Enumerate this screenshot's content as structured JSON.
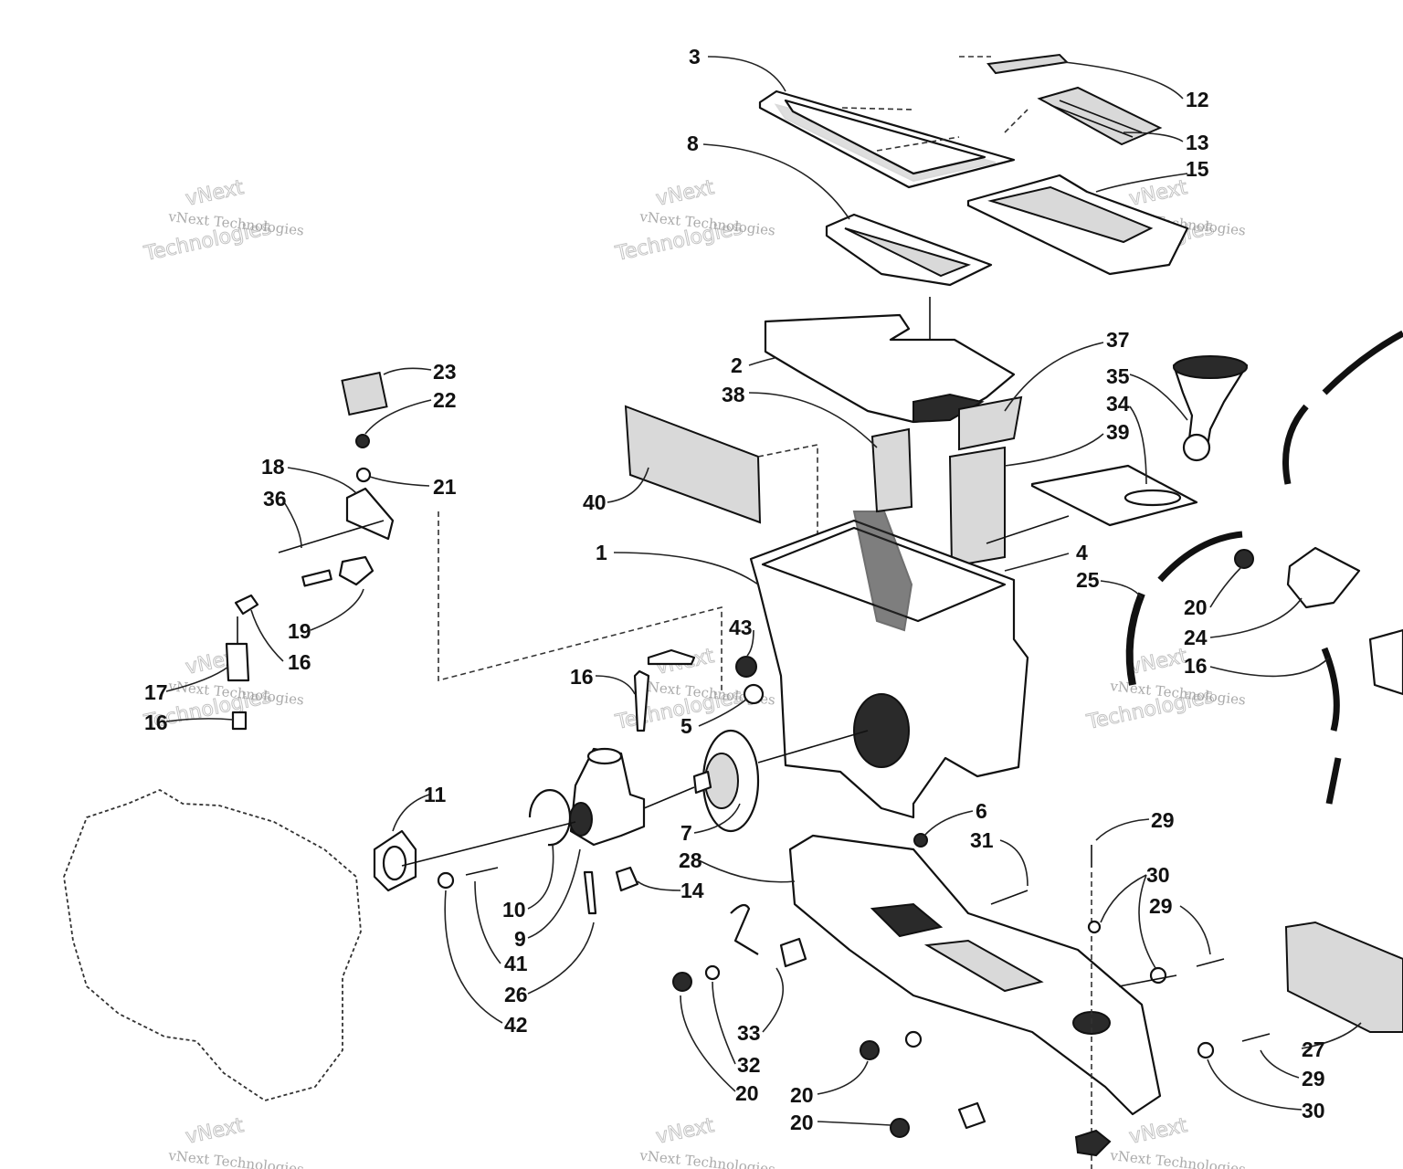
{
  "diagram": {
    "callouts": [
      {
        "id": "c3",
        "text": "3"
      },
      {
        "id": "c12",
        "text": "12"
      },
      {
        "id": "c8",
        "text": "8"
      },
      {
        "id": "c13",
        "text": "13"
      },
      {
        "id": "c15",
        "text": "15"
      },
      {
        "id": "c37",
        "text": "37"
      },
      {
        "id": "c35",
        "text": "35"
      },
      {
        "id": "c2",
        "text": "2"
      },
      {
        "id": "c34",
        "text": "34"
      },
      {
        "id": "c39",
        "text": "39"
      },
      {
        "id": "c38",
        "text": "38"
      },
      {
        "id": "c23",
        "text": "23"
      },
      {
        "id": "c22",
        "text": "22"
      },
      {
        "id": "c18",
        "text": "18"
      },
      {
        "id": "c21",
        "text": "21"
      },
      {
        "id": "c36",
        "text": "36"
      },
      {
        "id": "c40",
        "text": "40"
      },
      {
        "id": "c1",
        "text": "1"
      },
      {
        "id": "c4",
        "text": "4"
      },
      {
        "id": "c25",
        "text": "25"
      },
      {
        "id": "c20a",
        "text": "20"
      },
      {
        "id": "c24",
        "text": "24"
      },
      {
        "id": "c16a",
        "text": "16"
      },
      {
        "id": "c19",
        "text": "19"
      },
      {
        "id": "c16b",
        "text": "16"
      },
      {
        "id": "c43",
        "text": "43"
      },
      {
        "id": "c16c",
        "text": "16"
      },
      {
        "id": "c17",
        "text": "17"
      },
      {
        "id": "c16d",
        "text": "16"
      },
      {
        "id": "c5",
        "text": "5"
      },
      {
        "id": "c11",
        "text": "11"
      },
      {
        "id": "c6",
        "text": "6"
      },
      {
        "id": "c31",
        "text": "31"
      },
      {
        "id": "c7",
        "text": "7"
      },
      {
        "id": "c29a",
        "text": "29"
      },
      {
        "id": "c28",
        "text": "28"
      },
      {
        "id": "c14",
        "text": "14"
      },
      {
        "id": "c30a",
        "text": "30"
      },
      {
        "id": "c10",
        "text": "10"
      },
      {
        "id": "c29b",
        "text": "29"
      },
      {
        "id": "c9",
        "text": "9"
      },
      {
        "id": "c41",
        "text": "41"
      },
      {
        "id": "c26",
        "text": "26"
      },
      {
        "id": "c42",
        "text": "42"
      },
      {
        "id": "c33",
        "text": "33"
      },
      {
        "id": "c27",
        "text": "27"
      },
      {
        "id": "c32",
        "text": "32"
      },
      {
        "id": "c29c",
        "text": "29"
      },
      {
        "id": "c20b",
        "text": "20"
      },
      {
        "id": "c30b",
        "text": "30"
      },
      {
        "id": "c20c",
        "text": "20"
      },
      {
        "id": "c20d",
        "text": "20"
      }
    ],
    "watermark": {
      "line1": "vNext",
      "line2": "vNext Technologies",
      "line3": "Technologies"
    }
  }
}
